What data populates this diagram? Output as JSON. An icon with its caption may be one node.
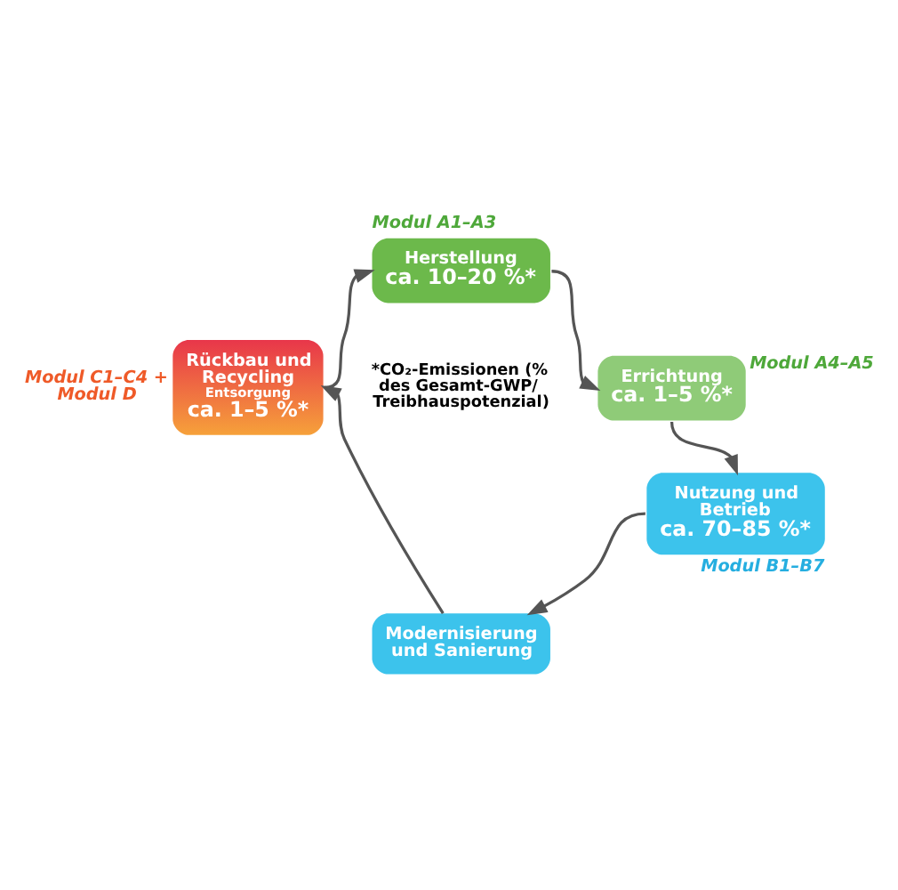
{
  "diagram": {
    "nodes": [
      {
        "text": [
          "Herstellung",
          "ca. 10–20 %*"
        ],
        "beside": [
          "Modul A1–A3"
        ]
      },
      {
        "text": [
          "Errichtung",
          "ca. 1–5 %*"
        ],
        "beside": [
          "Modul A4–A5"
        ]
      },
      {
        "text": [
          "Nutzung und Betrieb",
          "ca. 70–85 %*"
        ],
        "beside": [
          "Modul B1–B7"
        ]
      },
      {
        "text": [
          "Modernisierung und Sanierung"
        ]
      },
      {
        "text": [
          "Rückbau und Recycling",
          "Entsorgung",
          "ca. 1–5 %*"
        ],
        "beside": [
          "Modul C1–C4 + Modul D"
        ]
      }
    ],
    "edges": [
      {
        "from": 0,
        "to": 1,
        "arrow": "to"
      },
      {
        "from": 1,
        "to": 2,
        "arrow": "to"
      },
      {
        "from": 2,
        "to": 3,
        "arrow": "to"
      },
      {
        "from": 3,
        "to": 4,
        "arrow": "to"
      },
      {
        "from": 4,
        "to": 0,
        "arrow": "to"
      }
    ],
    "labels": [
      "*CO₂-Emissionen (% des Gesamt-GWP/ Treibhauspotenzial)"
    ]
  }
}
